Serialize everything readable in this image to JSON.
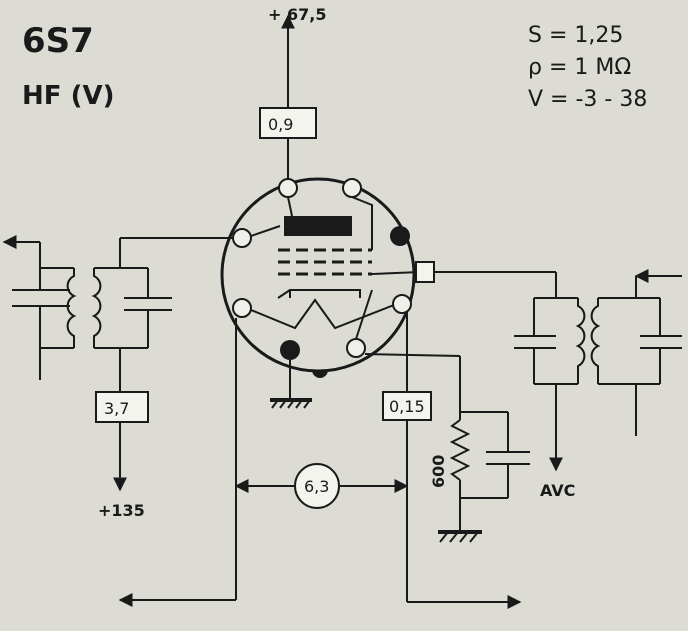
{
  "tube": {
    "type": "6S7",
    "function": "HF (V)"
  },
  "params": {
    "slope": "S = 1,25",
    "resistance": "ρ = 1 MΩ",
    "voltage": "V = -3 - 38"
  },
  "labels": {
    "plate_supply": "+ 67,5",
    "plate_current": "0,9",
    "screen_current": "3,7",
    "screen_supply": "+135",
    "cathode_current": "0,15",
    "cathode_resistor": "600",
    "heater": "6,3",
    "avc": "AVC"
  }
}
